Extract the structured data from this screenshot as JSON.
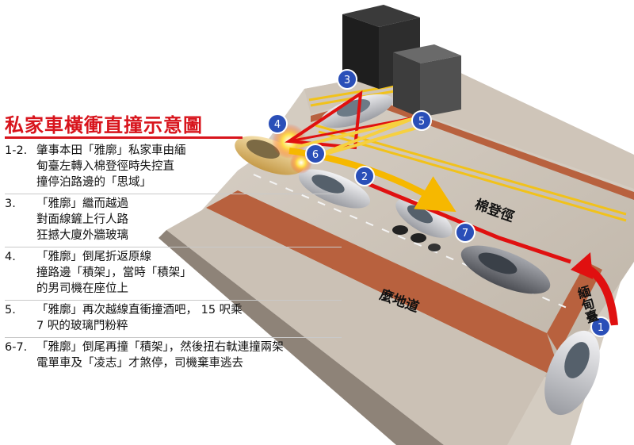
{
  "title": "私家車橫衝直撞示意圖",
  "steps": [
    {
      "number": "1-2.",
      "lines": [
        "肇事本田「雅廓」私家車由緬",
        "甸臺左轉入棉登徑時失控直",
        "撞停泊路邊的「思域」"
      ]
    },
    {
      "number": "3.",
      "lines": [
        "「雅廓」繼而越過",
        "對面線鏟上行人路",
        "狂撼大廈外牆玻璃"
      ]
    },
    {
      "number": "4.",
      "lines": [
        "「雅廓」倒尾折返原線",
        "撞路邊「積架」，當時「積架」",
        "的男司機在座位上"
      ]
    },
    {
      "number": "5.",
      "lines": [
        "「雅廓」再次越線直衝撞酒吧， 15 呎乘",
        "7 呎的玻璃門粉粹"
      ]
    },
    {
      "number": "6-7.",
      "lines": [
        "「雅廓」倒尾再撞「積架」，然後扭右軚連撞兩架",
        "電單車及「凌志」才煞停，司機棄車逃去"
      ]
    }
  ],
  "streets": {
    "top": "棉登徑",
    "bottom": "麼地道",
    "side": "緬甸臺"
  },
  "markers": [
    "1",
    "2",
    "3",
    "4",
    "5",
    "6",
    "7"
  ],
  "colors": {
    "title_red": "#d8141c",
    "path_red": "#e01010",
    "path_yellow": "#f6b800",
    "marker_blue": "#2a4fb8",
    "road": "#c9c0b4",
    "curb": "#b8613e",
    "lane_yellow": "#f1c21b"
  }
}
